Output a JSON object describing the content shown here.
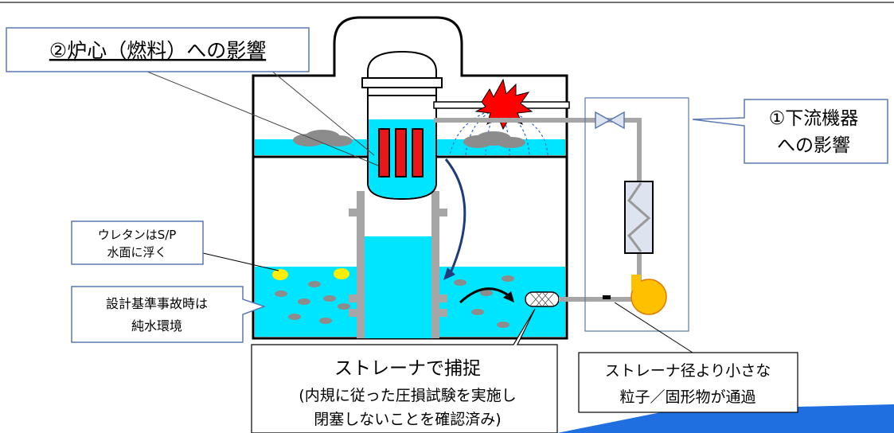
{
  "callouts": {
    "core_effect": "②炉心（燃料）への影響",
    "downstream_line1": "①下流機器",
    "downstream_line2": "への影響",
    "urethan_line1": "ウレタンはS/P",
    "urethan_line2": "水面に浮く",
    "dba_line1": "設計基準事故時は",
    "dba_line2": "純水環境",
    "strainer_line1": "ストレーナで捕捉",
    "strainer_line2": "(内規に従った圧損試験を実施し",
    "strainer_line3": "閉塞しないことを確認済み)",
    "particles_line1": "ストレーナ径より小さな",
    "particles_line2": "粒子／固形物が通過"
  },
  "colors": {
    "water": "#00e5ff",
    "fuel": "#e8181a",
    "pipe": "#a6a6a6",
    "pump": "#ffc000",
    "explosion": "#ff0000",
    "accent_bar": "#1f6fe0",
    "callout_border": "#5b79b2",
    "debris": "#8c8c8c",
    "urethane": "#ffee00"
  }
}
